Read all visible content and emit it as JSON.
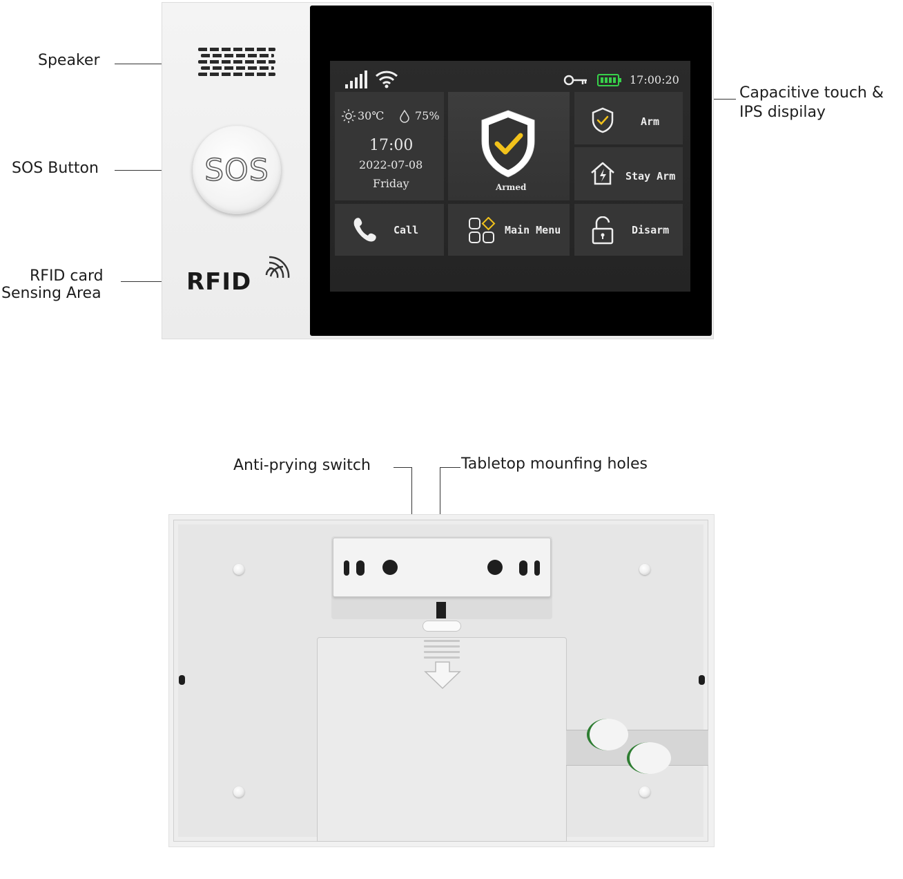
{
  "callouts": {
    "speaker": "Speaker",
    "sos_button": "SOS Button",
    "rfid_line1": "RFID card",
    "rfid_line2": "Sensing Area",
    "display_line1": "Capacitive touch &",
    "display_line2": "IPS dispilay",
    "anti_prying": "Anti-prying switch",
    "mounting_holes": "Tabletop mounfing holes"
  },
  "device": {
    "sos_label": "SOS",
    "rfid_label": "RFID"
  },
  "screen": {
    "status_time": "17:00:20",
    "weather": {
      "temperature": "30℃",
      "humidity": "75%",
      "time": "17:00",
      "date": "2022-07-08",
      "weekday": "Friday"
    },
    "status_label": "Armed",
    "buttons": {
      "arm": "Arm",
      "stay_arm": "Stay Arm",
      "disarm": "Disarm",
      "call": "Call",
      "main_menu": "Main Menu"
    },
    "icons": [
      "signal-icon",
      "wifi-icon",
      "key-icon",
      "battery-icon",
      "shield-check-icon",
      "home-alert-icon",
      "unlock-icon",
      "phone-icon",
      "apps-icon",
      "sun-icon",
      "droplet-icon"
    ],
    "colors": {
      "accent_yellow": "#f2c21b",
      "battery_green": "#37d14a"
    }
  }
}
